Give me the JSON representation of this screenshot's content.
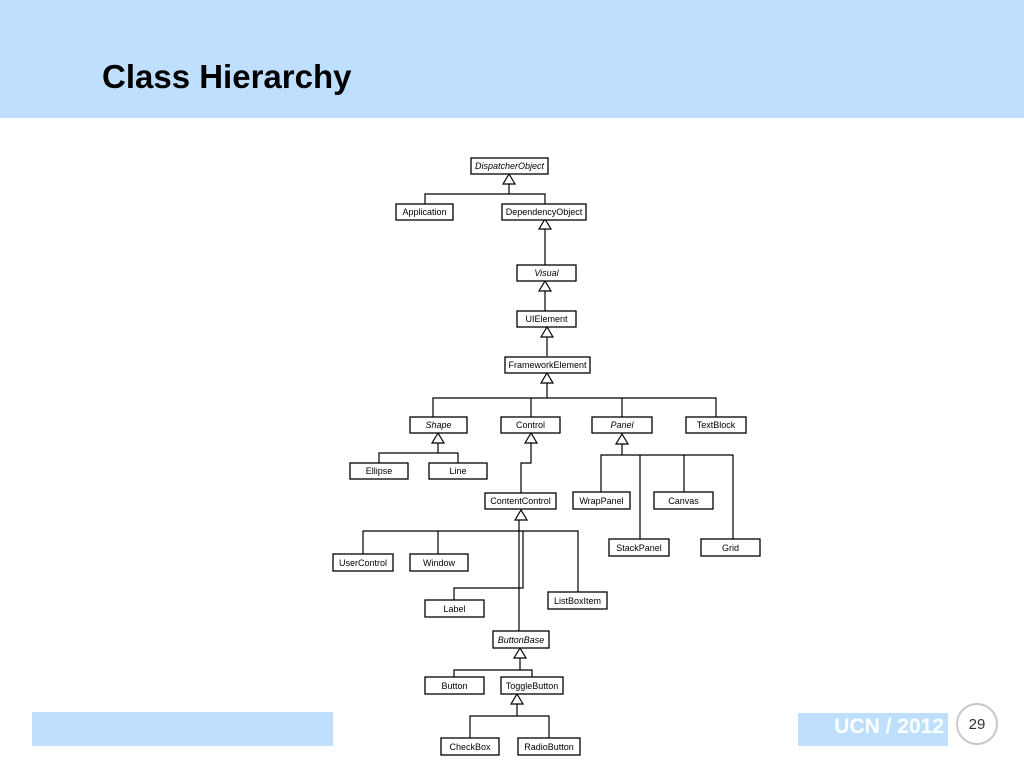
{
  "slide": {
    "title": "Class Hierarchy",
    "footer_label": "UCN / 2012",
    "page_number": "29",
    "colors": {
      "band": "#bfdfff",
      "footer_text": "#ffffff"
    }
  },
  "diagram": {
    "classes": {
      "dispatcher_object": {
        "label": "DispatcherObject",
        "abstract": true
      },
      "application": {
        "label": "Application",
        "abstract": false
      },
      "dependency_object": {
        "label": "DependencyObject",
        "abstract": false
      },
      "visual": {
        "label": "Visual",
        "abstract": true
      },
      "ui_element": {
        "label": "UIElement",
        "abstract": false
      },
      "framework_element": {
        "label": "FrameworkElement",
        "abstract": false
      },
      "shape": {
        "label": "Shape",
        "abstract": true
      },
      "control": {
        "label": "Control",
        "abstract": false
      },
      "panel": {
        "label": "Panel",
        "abstract": true
      },
      "text_block": {
        "label": "TextBlock",
        "abstract": false
      },
      "ellipse": {
        "label": "Ellipse",
        "abstract": false
      },
      "line": {
        "label": "Line",
        "abstract": false
      },
      "content_control": {
        "label": "ContentControl",
        "abstract": false
      },
      "wrap_panel": {
        "label": "WrapPanel",
        "abstract": false
      },
      "canvas": {
        "label": "Canvas",
        "abstract": false
      },
      "stack_panel": {
        "label": "StackPanel",
        "abstract": false
      },
      "grid": {
        "label": "Grid",
        "abstract": false
      },
      "user_control": {
        "label": "UserControl",
        "abstract": false
      },
      "window": {
        "label": "Window",
        "abstract": false
      },
      "label": {
        "label": "Label",
        "abstract": false
      },
      "list_box_item": {
        "label": "ListBoxItem",
        "abstract": false
      },
      "button_base": {
        "label": "ButtonBase",
        "abstract": true
      },
      "button": {
        "label": "Button",
        "abstract": false
      },
      "toggle_button": {
        "label": "ToggleButton",
        "abstract": false
      },
      "check_box": {
        "label": "CheckBox",
        "abstract": false
      },
      "radio_button": {
        "label": "RadioButton",
        "abstract": false
      }
    },
    "inheritance": [
      {
        "child": "application",
        "parent": "dispatcher_object"
      },
      {
        "child": "dependency_object",
        "parent": "dispatcher_object"
      },
      {
        "child": "visual",
        "parent": "dependency_object"
      },
      {
        "child": "ui_element",
        "parent": "visual"
      },
      {
        "child": "framework_element",
        "parent": "ui_element"
      },
      {
        "child": "shape",
        "parent": "framework_element"
      },
      {
        "child": "control",
        "parent": "framework_element"
      },
      {
        "child": "panel",
        "parent": "framework_element"
      },
      {
        "child": "text_block",
        "parent": "framework_element"
      },
      {
        "child": "ellipse",
        "parent": "shape"
      },
      {
        "child": "line",
        "parent": "shape"
      },
      {
        "child": "content_control",
        "parent": "control"
      },
      {
        "child": "wrap_panel",
        "parent": "panel"
      },
      {
        "child": "canvas",
        "parent": "panel"
      },
      {
        "child": "stack_panel",
        "parent": "panel"
      },
      {
        "child": "grid",
        "parent": "panel"
      },
      {
        "child": "user_control",
        "parent": "content_control"
      },
      {
        "child": "window",
        "parent": "content_control"
      },
      {
        "child": "label",
        "parent": "content_control"
      },
      {
        "child": "list_box_item",
        "parent": "content_control"
      },
      {
        "child": "button_base",
        "parent": "content_control"
      },
      {
        "child": "button",
        "parent": "button_base"
      },
      {
        "child": "toggle_button",
        "parent": "button_base"
      },
      {
        "child": "check_box",
        "parent": "toggle_button"
      },
      {
        "child": "radio_button",
        "parent": "toggle_button"
      }
    ]
  }
}
